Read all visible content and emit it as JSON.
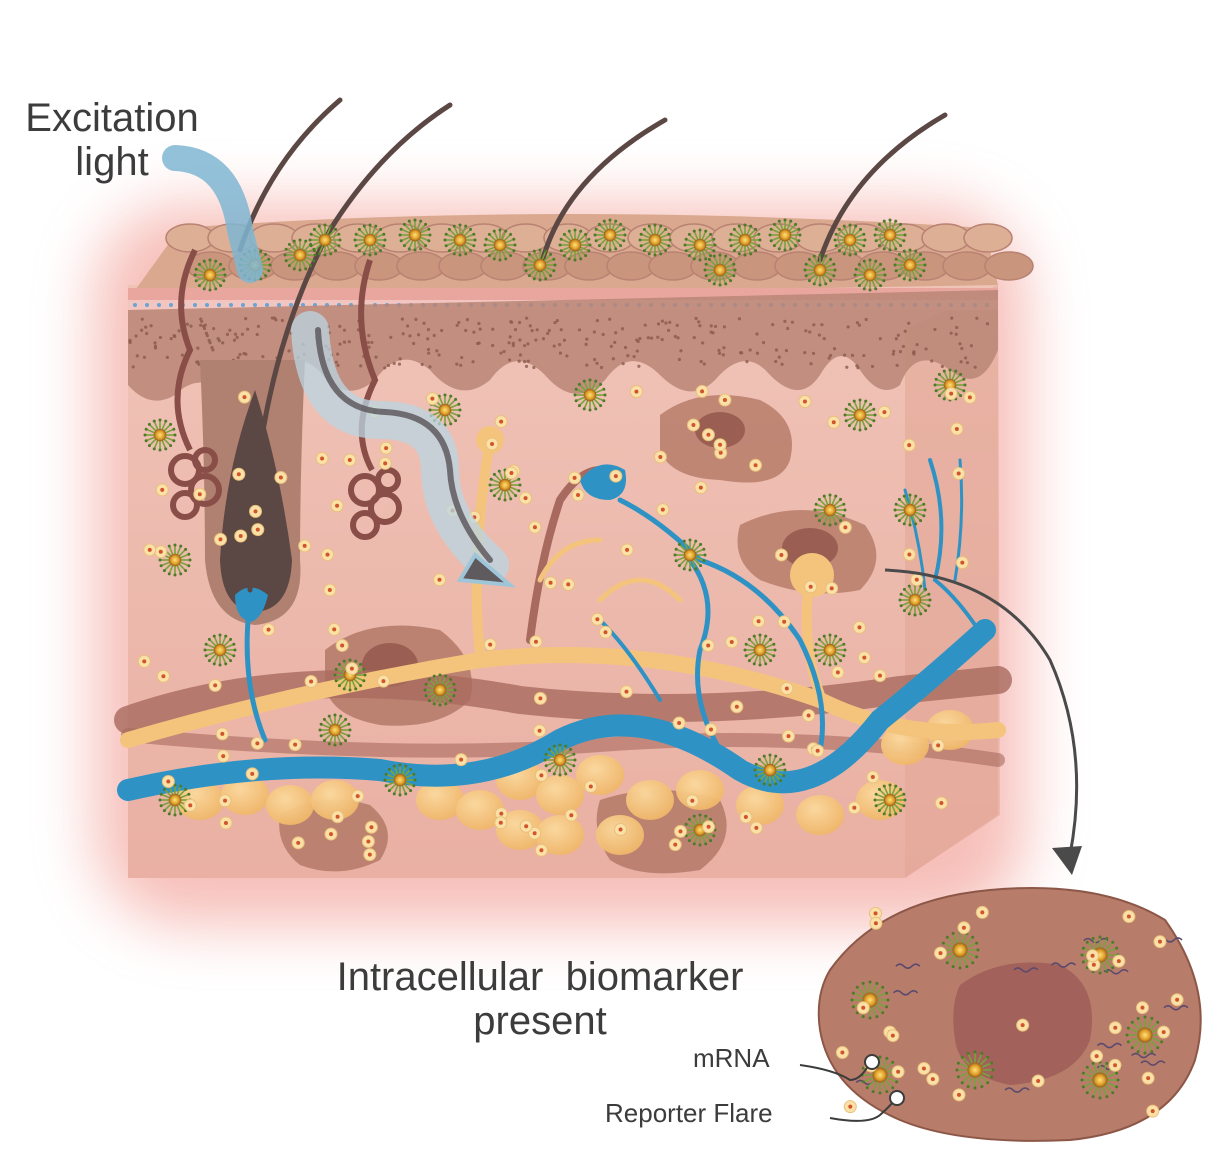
{
  "labels": {
    "excitation_line1": "Excitation",
    "excitation_line2": "light",
    "biomarker_line1": "Intracellular  biomarker",
    "biomarker_line2": "present",
    "mrna": "mRNA",
    "reporter_flare": "Reporter Flare"
  },
  "colors": {
    "glow": "#f4a49a",
    "tissue": "#eebcb1",
    "dermis_dark": "#b98576",
    "epidermis": "#d8a78f",
    "vessel_blue": "#2e93c4",
    "nerve_yellow": "#f4c47c",
    "cell_brown": "#b77c6a",
    "hair": "#5b4743",
    "nanoparticle_green": "#7aa23c",
    "nanoparticle_core": "#e0a12a",
    "light_beam": "#7fb6d2"
  }
}
